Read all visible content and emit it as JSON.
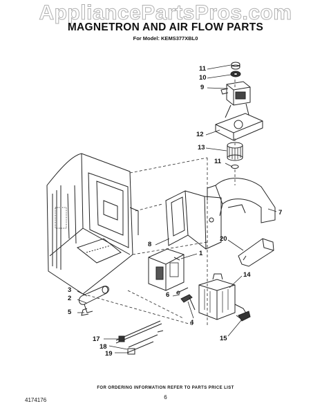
{
  "watermark": "AppliancePartsPros.com",
  "title": "MAGNETRON AND AIR FLOW PARTS",
  "subtitle": "For Model: KEMS377XBL0",
  "callouts": [
    "11",
    "10",
    "9",
    "12",
    "13",
    "11",
    "7",
    "8",
    "1",
    "20",
    "14",
    "3",
    "2",
    "5",
    "6",
    "4",
    "15",
    "17",
    "18",
    "19"
  ],
  "footer_note": "FOR ORDERING INFORMATION REFER TO PARTS PRICE LIST",
  "page_number": "6",
  "document_number": "4174176"
}
